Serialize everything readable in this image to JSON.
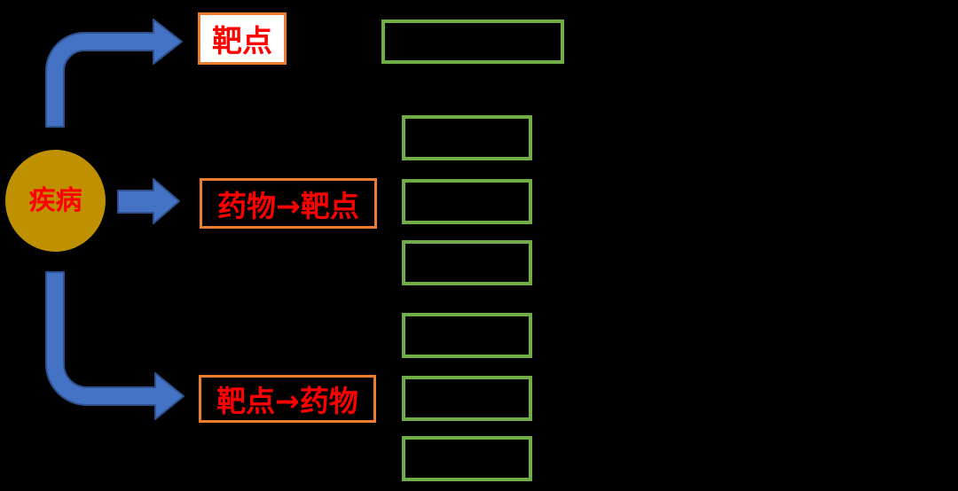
{
  "diagram": {
    "background_color": "#000000",
    "disease_node": {
      "label": "疾病",
      "fill_color": "#BF9000",
      "text_color": "#FF0000",
      "shape": "circle"
    },
    "branches": [
      {
        "label": "靶点",
        "border_color": "#ED7D31",
        "fill_color": "#FFFFFF",
        "text_color": "#FF0000"
      },
      {
        "label": "药物→靶点",
        "border_color": "#ED7D31",
        "fill_color": "transparent",
        "text_color": "#FF0000"
      },
      {
        "label": "靶点→药物",
        "border_color": "#ED7D31",
        "fill_color": "transparent",
        "text_color": "#FF0000"
      }
    ],
    "arrows": {
      "fill_color": "#4472C4",
      "stroke_color": "#2F528F",
      "items": [
        {
          "name": "curved-arrow-up",
          "from": "disease",
          "to": "靶点"
        },
        {
          "name": "straight-arrow",
          "from": "disease",
          "to": "药物→靶点"
        },
        {
          "name": "curved-arrow-down",
          "from": "disease",
          "to": "靶点→药物"
        }
      ]
    },
    "result_boxes": {
      "border_color": "#70AD47",
      "fill_color": "transparent",
      "rows": [
        {
          "aligned_with": "靶点",
          "count": 1,
          "size": "large"
        },
        {
          "aligned_with": "药物→靶点",
          "count": 3,
          "size": "small"
        },
        {
          "aligned_with": "靶点→药物",
          "count": 3,
          "size": "small"
        }
      ]
    }
  }
}
